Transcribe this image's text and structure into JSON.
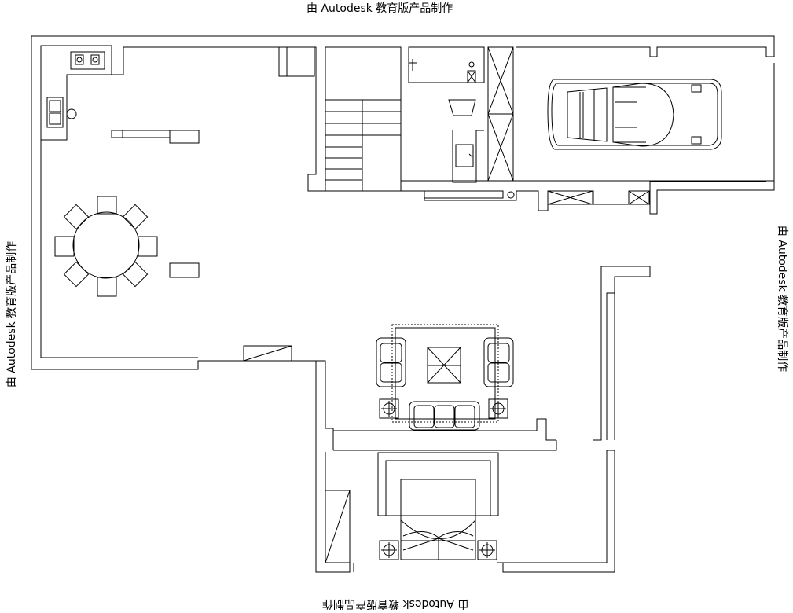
{
  "watermarks": {
    "top": "由 Autodesk 教育版产品制作",
    "right": "由 Autodesk 教育版产品制作",
    "bottom": "由 Autodesk 教育版产品制作",
    "left": "由 Autodesk 教育版产品制作"
  },
  "colors": {
    "line": "#000000",
    "background": "#ffffff"
  },
  "rooms": [
    "kitchen",
    "dining",
    "staircase",
    "bathroom",
    "garage",
    "living-room",
    "bedroom"
  ]
}
